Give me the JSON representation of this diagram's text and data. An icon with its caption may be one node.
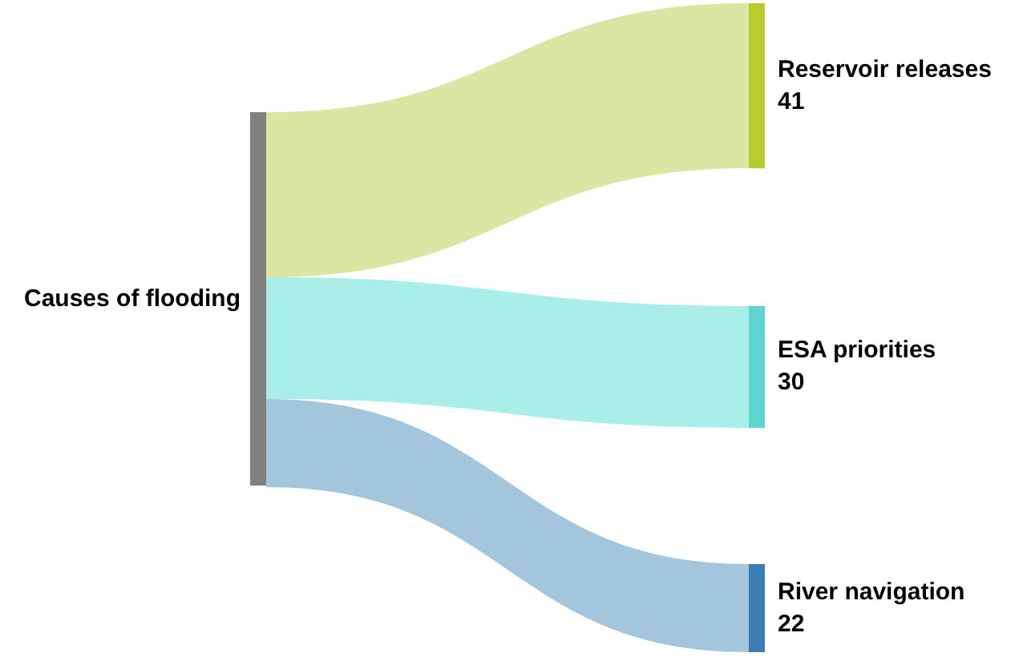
{
  "diagram": {
    "nodes": [
      {
        "text": [
          "Causes of flooding"
        ]
      },
      {
        "text": [
          "Reservoir releases",
          "41"
        ]
      },
      {
        "text": [
          "ESA priorities",
          "30"
        ]
      },
      {
        "text": [
          "River navigation",
          "22"
        ]
      }
    ],
    "edges": [
      {
        "from": 0,
        "to": 1,
        "arrow": "none",
        "color": "#dce5a2"
      },
      {
        "from": 0,
        "to": 2,
        "arrow": "none",
        "color": "#a9eee8"
      },
      {
        "from": 0,
        "to": 3,
        "arrow": "none",
        "color": "#a4c6dc"
      }
    ]
  }
}
